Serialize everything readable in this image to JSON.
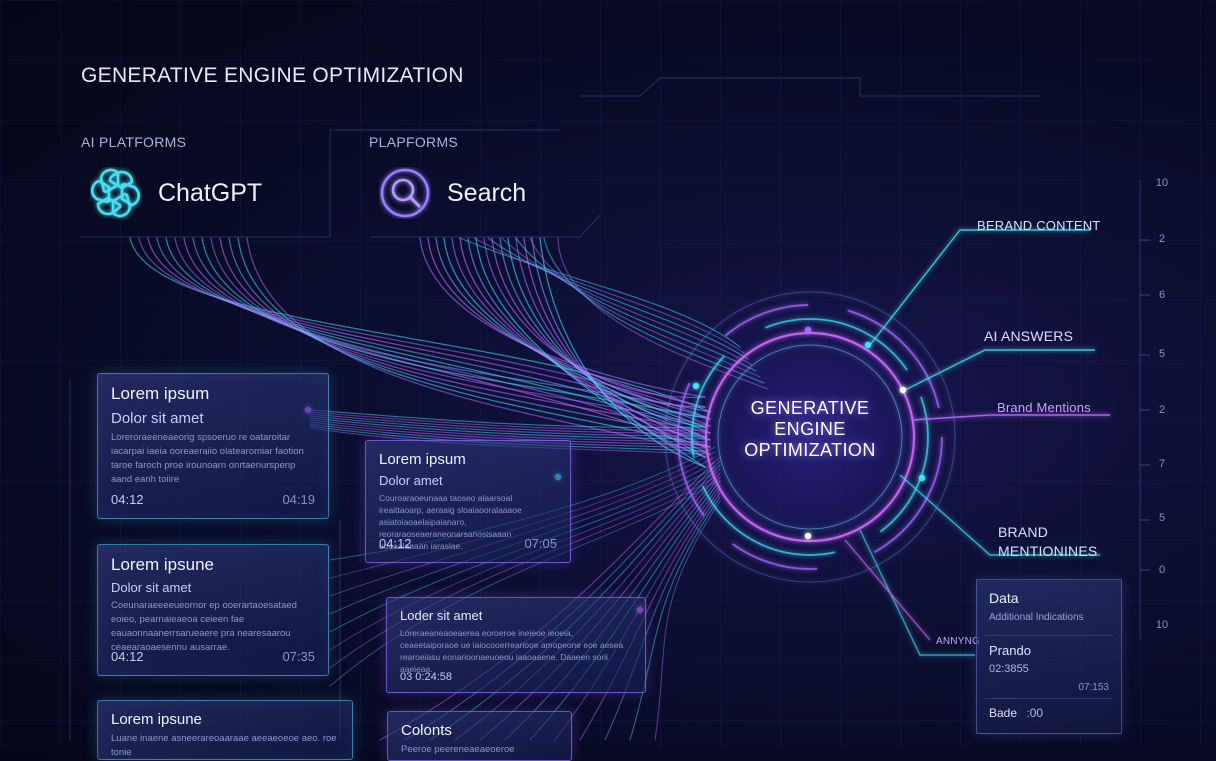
{
  "title": "GENERATIVE ENGINE OPTIMIZATION",
  "sections": {
    "ai_platforms_label": "AI PLATFORMS",
    "platforms_label": "PLAPFORMS",
    "chatgpt": "ChatGPT",
    "search": "Search"
  },
  "center": {
    "line1": "GENERATIVE",
    "line2": "ENGINE",
    "line3": "OPTIMIZATION"
  },
  "right_labels": {
    "brand_content": "BERAND CONTENT",
    "ai_answers": "AI ANSWERS",
    "brand_mentions_small": "Brand Mentions",
    "brand_mentions_1": "BRAND",
    "brand_mentions_2": "MENTIONINES",
    "fragment": "ANNYNG"
  },
  "cards": [
    {
      "title": "Lorem ipsum",
      "subtitle": "Dolor sit amet",
      "body": "Loreroraeeneaeorig spsoeruo re oataroitar iacarpai iaeia ooreaeraiio olatearomiar faotion taroe faroch proe irounoarn onrtaenurspenp aand eanh toiire",
      "time_left": "04:12",
      "time_right": "04:19"
    },
    {
      "title": "Lorem ipsum",
      "subtitle": "Dolor amet",
      "body": "Couroaraoeunaaa taoseo alaarsoal ireaittaoarp, aeraaig sloaiaooralaaaoe asiatoiaoaelaipaianaro, reoraraoseaeraneonarsanosisaaan uooaalaaaan iaraslae.",
      "time_left": "04:12",
      "time_right": "07:05"
    },
    {
      "title": "Lorem ipsune",
      "subtitle": "Dolor sit amet",
      "body": "Coeunaraeeeeueornor ep ooerartaoesataed eoieo, pearnaieaeoa ceieen fae eauaonnaanerrsarueaere pra nearesaarou ceaearaoaesennu ausarrae.",
      "time_left": "04:12",
      "time_right": "07:35"
    },
    {
      "title": "Loder sit amet",
      "body": "Loreraeaneaoeaerea eoroeroe ineieoe ieoeia, ceaeetaiporaoe ue iaiocooerreariooe amopeone eoe aesea rearoeiasu eonarioonaeuoeou iaaoaaene. Daaeen sorii aaeieaa.",
      "time_left": "03 0:24:58"
    },
    {
      "title": "Lorem ipsune",
      "body": "Luane inaene asneerareoaaraae aeeaeoeoe aeo. roe tonie"
    },
    {
      "title": "Colonts",
      "body": "Peeroe peereneaeaeoeroe"
    }
  ],
  "data_panel": {
    "title": "Data",
    "line1": "Additional Indications",
    "label2": "Prando",
    "value2": "02:3855",
    "value3": "07:153",
    "footer_label": "Bade",
    "footer_value": ":00"
  },
  "scale_numbers": [
    "10",
    "2",
    "6",
    "5",
    "2",
    "7",
    "5",
    "0",
    "10"
  ],
  "colors": {
    "background": "#070a22",
    "cyan": "#3ee3f4",
    "violet": "#a56bff",
    "magenta": "#d66bff"
  }
}
